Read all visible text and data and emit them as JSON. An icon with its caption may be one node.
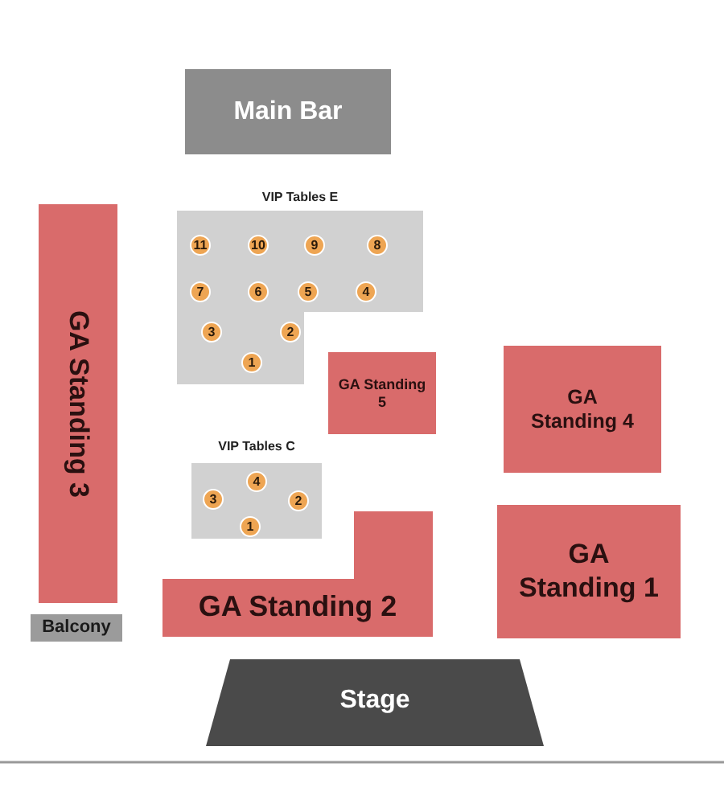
{
  "diagram": {
    "nodes": [
      {
        "text": [
          "Main Bar"
        ]
      },
      {
        "text": [
          "VIP Tables E"
        ]
      },
      {
        "text": [
          "11"
        ],
        "in": 1
      },
      {
        "text": [
          "10"
        ],
        "in": 1
      },
      {
        "text": [
          "9"
        ],
        "in": 1
      },
      {
        "text": [
          "8"
        ],
        "in": 1
      },
      {
        "text": [
          "7"
        ],
        "in": 1
      },
      {
        "text": [
          "6"
        ],
        "in": 1
      },
      {
        "text": [
          "5"
        ],
        "in": 1
      },
      {
        "text": [
          "4"
        ],
        "in": 1
      },
      {
        "text": [
          "3"
        ],
        "in": 1
      },
      {
        "text": [
          "2"
        ],
        "in": 1
      },
      {
        "text": [
          "1"
        ],
        "in": 1
      },
      {
        "text": [
          "GA Standing 3"
        ]
      },
      {
        "text": [
          "GA Standing 5"
        ]
      },
      {
        "text": [
          "GA Standing 4"
        ]
      },
      {
        "text": [
          "VIP Tables C"
        ]
      },
      {
        "text": [
          "4"
        ],
        "in": 16
      },
      {
        "text": [
          "3"
        ],
        "in": 16
      },
      {
        "text": [
          "2"
        ],
        "in": 16
      },
      {
        "text": [
          "1"
        ],
        "in": 16
      },
      {
        "text": [
          "GA Standing 1"
        ]
      },
      {
        "text": [
          "GA Standing 2"
        ]
      },
      {
        "text": [
          "Balcony"
        ]
      },
      {
        "text": [
          "Stage"
        ]
      }
    ]
  }
}
